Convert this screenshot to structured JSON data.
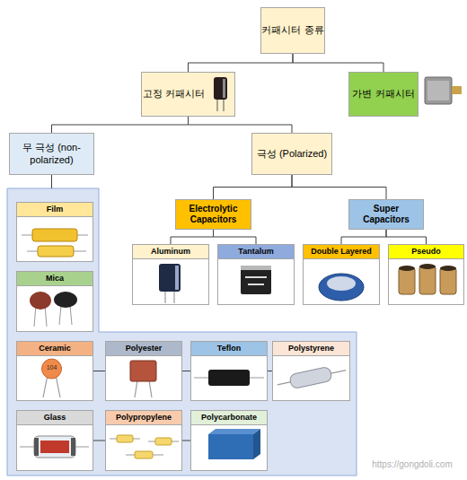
{
  "diagram": {
    "nodes": [
      {
        "text": [
          "커패시터 종류"
        ]
      },
      {
        "text": [
          "고정 커패시터"
        ]
      },
      {
        "text": [
          "가변 커패시터"
        ]
      },
      {
        "text": [
          "무 극성 (non-polarized)"
        ]
      },
      {
        "text": [
          "극성 (Polarized)"
        ]
      },
      {
        "text": [
          "Electrolytic Capacitors"
        ]
      },
      {
        "text": [
          "Super Capacitors"
        ]
      },
      {
        "text": [
          "Film"
        ]
      },
      {
        "text": [
          "Aluminum"
        ]
      },
      {
        "text": [
          "Tantalum"
        ]
      },
      {
        "text": [
          "Double Layered"
        ]
      },
      {
        "text": [
          "Pseudo"
        ]
      },
      {
        "text": [
          "Mica"
        ]
      },
      {
        "text": [
          "Ceramic"
        ]
      },
      {
        "text": [
          "Polyester"
        ]
      },
      {
        "text": [
          "Teflon"
        ]
      },
      {
        "text": [
          "Polystyrene"
        ]
      },
      {
        "text": [
          "Glass"
        ]
      },
      {
        "text": [
          "Polypropylene"
        ]
      },
      {
        "text": [
          "Polycarbonate"
        ]
      }
    ],
    "edges": [
      {
        "from": 0,
        "to": 1,
        "arrow": "none"
      },
      {
        "from": 0,
        "to": 2,
        "arrow": "none"
      },
      {
        "from": 1,
        "to": 3,
        "arrow": "none"
      },
      {
        "from": 1,
        "to": 4,
        "arrow": "none"
      },
      {
        "from": 4,
        "to": 5,
        "arrow": "none"
      },
      {
        "from": 4,
        "to": 6,
        "arrow": "none"
      },
      {
        "from": 5,
        "to": 8,
        "arrow": "none"
      },
      {
        "from": 5,
        "to": 9,
        "arrow": "none"
      },
      {
        "from": 6,
        "to": 10,
        "arrow": "none"
      },
      {
        "from": 6,
        "to": 11,
        "arrow": "none"
      },
      {
        "from": 13,
        "to": 14,
        "arrow": "none"
      },
      {
        "from": 14,
        "to": 15,
        "arrow": "none"
      },
      {
        "from": 15,
        "to": 16,
        "arrow": "none"
      },
      {
        "from": 17,
        "to": 18,
        "arrow": "none"
      },
      {
        "from": 18,
        "to": 19,
        "arrow": "none"
      }
    ],
    "labels": [
      "https://gongdoli.com",
      "104"
    ]
  }
}
